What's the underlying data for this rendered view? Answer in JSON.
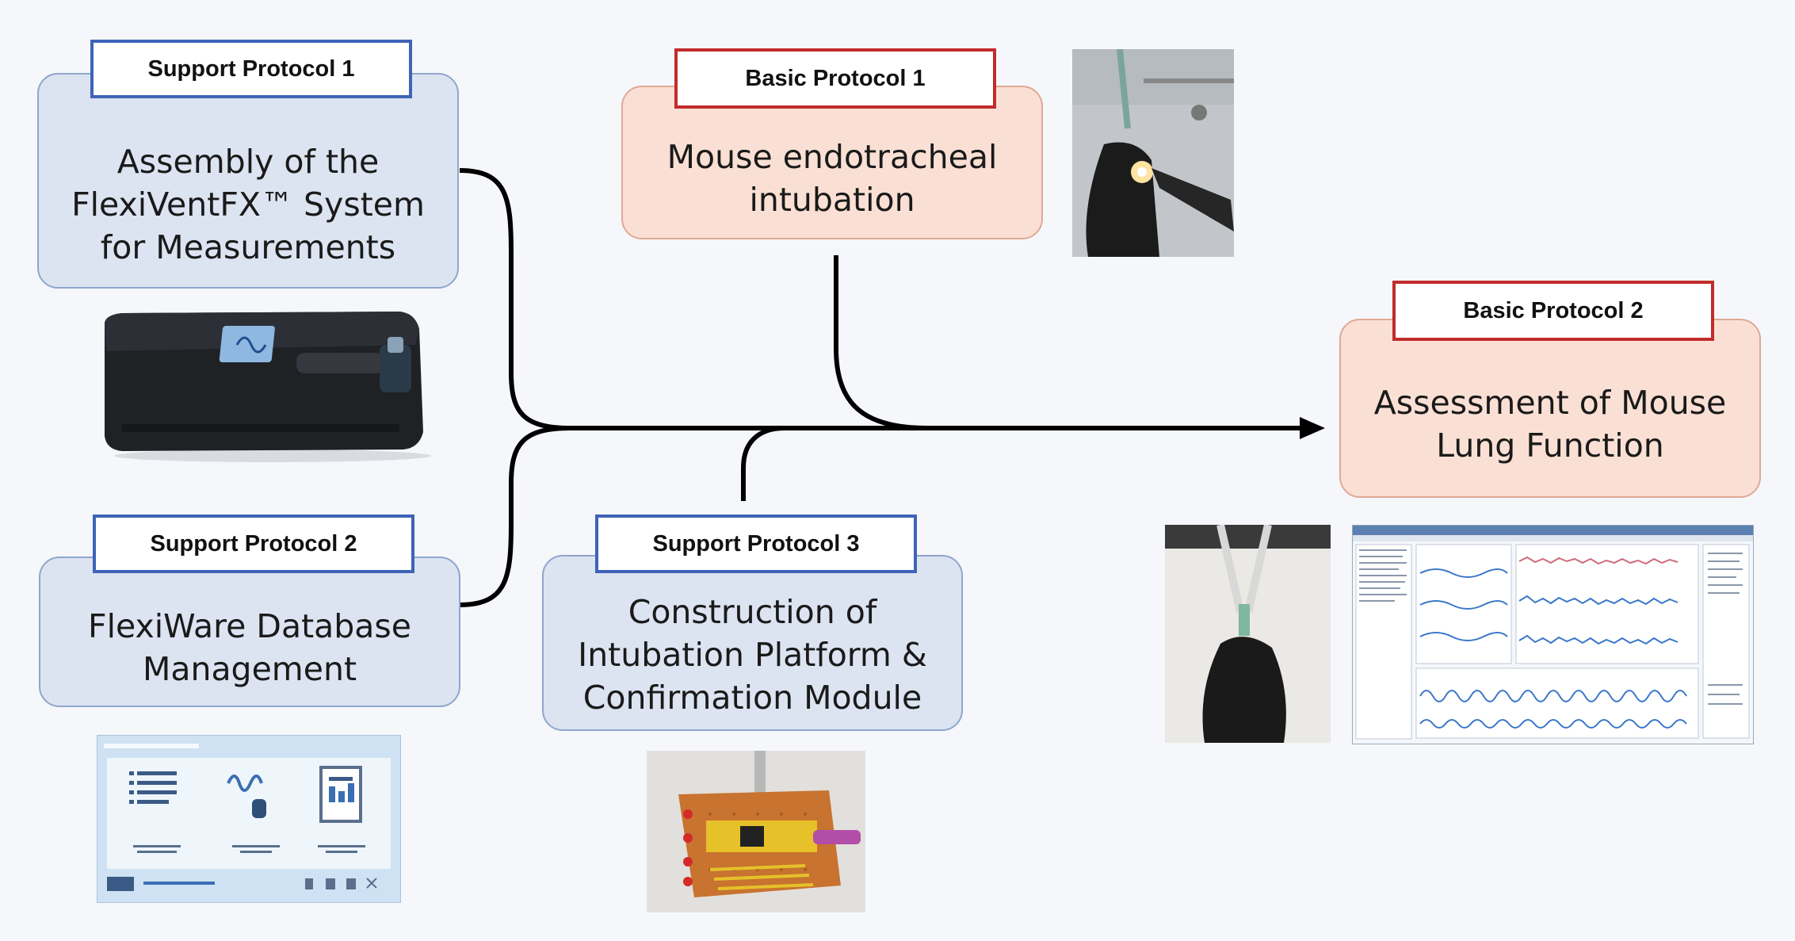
{
  "support1": {
    "tag": "Support Protocol 1",
    "title": "Assembly of the FlexiVentFX™ System for Measurements"
  },
  "support2": {
    "tag": "Support Protocol 2",
    "title": "FlexiWare Database Management"
  },
  "support3": {
    "tag": "Support Protocol 3",
    "title": "Construction of Intubation Platform & Confirmation Module"
  },
  "basic1": {
    "tag": "Basic Protocol 1",
    "title": "Mouse endotracheal intubation"
  },
  "basic2": {
    "tag": "Basic Protocol 2",
    "title": "Assessment of Mouse Lung Function"
  },
  "colors": {
    "support_border": "#3e63b8",
    "basic_border": "#c12c2c",
    "support_fill": "#dce4f2",
    "basic_fill": "#fae0d4",
    "arrow": "#000000"
  }
}
